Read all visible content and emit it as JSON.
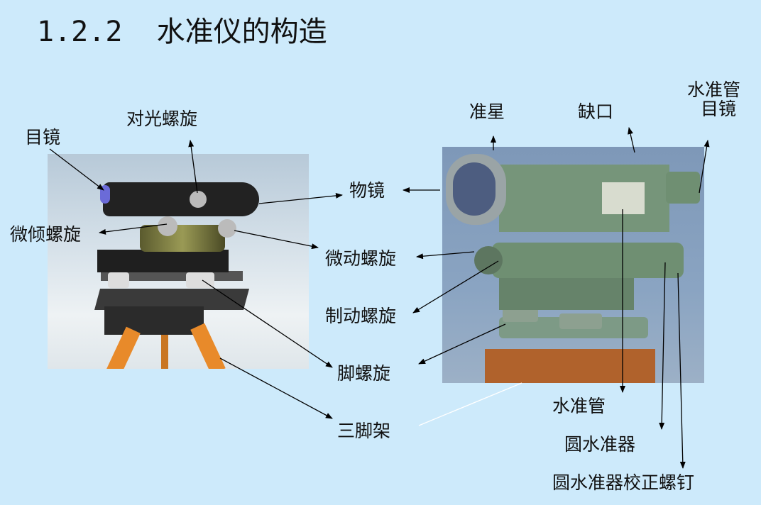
{
  "title": "1.2.2  水准仪的构造",
  "left_labels": {
    "eyepiece": "目镜",
    "focus_knob": "对光螺旋",
    "tilt_screw": "微倾螺旋",
    "tripod": "三脚架"
  },
  "center_labels": {
    "objective": "物镜",
    "fine_motion": "微动螺旋",
    "clamp_screw": "制动螺旋",
    "foot_screw": "脚螺旋"
  },
  "right_labels": {
    "front_sight": "准星",
    "notch": "缺口",
    "tube_level_eyepiece_1": "水准管",
    "tube_level_eyepiece_2": "目镜",
    "tube_level": "水准管",
    "circular_level": "圆水准器",
    "circular_level_screw": "圆水准器校正螺钉"
  },
  "colors": {
    "background": "#cdeafb",
    "instrument_green": "#6f8f6a"
  }
}
